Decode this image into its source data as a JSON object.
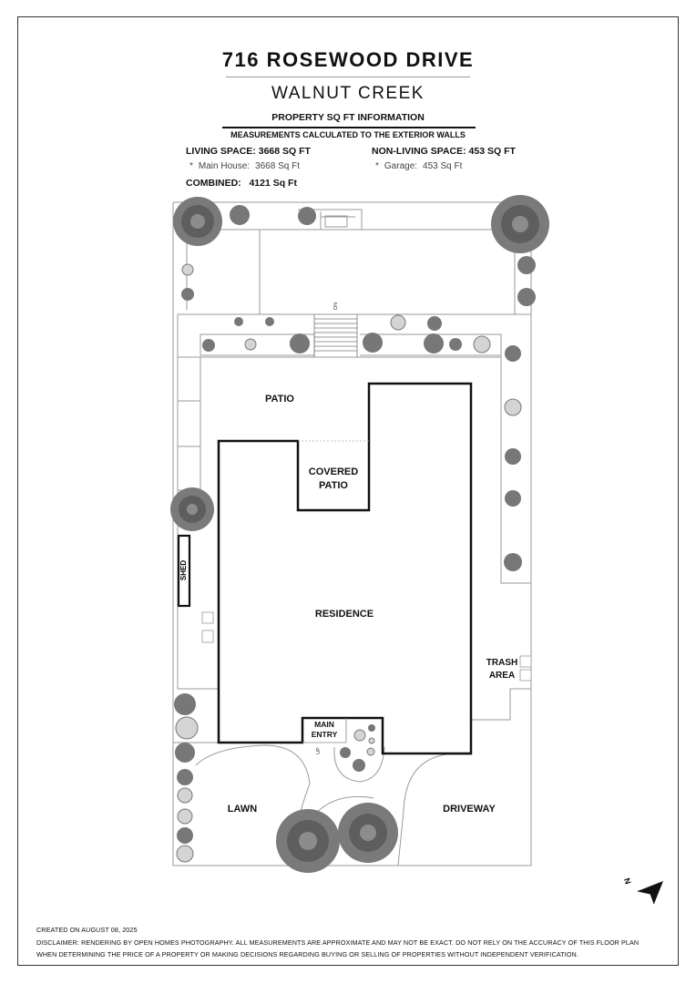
{
  "header": {
    "address": "716 ROSEWOOD DRIVE",
    "city": "WALNUT CREEK"
  },
  "sqft": {
    "heading": "PROPERTY SQ FT INFORMATION",
    "subheading": "MEASUREMENTS CALCULATED TO THE EXTERIOR WALLS",
    "living_label": "LIVING SPACE: 3668 SQ FT",
    "living_items": [
      {
        "name": "Main House:",
        "value": "3668 Sq Ft"
      }
    ],
    "nonliving_label": "NON-LIVING SPACE: 453 SQ FT",
    "nonliving_items": [
      {
        "name": "Garage:",
        "value": "453 Sq Ft"
      }
    ],
    "bullet": "*",
    "combined_label": "COMBINED:",
    "combined_value": "4121 Sq Ft"
  },
  "plan": {
    "rooms": {
      "patio": "PATIO",
      "covered_patio_1": "COVERED",
      "covered_patio_2": "PATIO",
      "residence": "RESIDENCE",
      "shed": "SHED",
      "main_entry_1": "MAIN",
      "main_entry_2": "ENTRY",
      "trash_1": "TRASH",
      "trash_2": "AREA",
      "lawn": "LAWN",
      "driveway": "DRIVEWAY"
    },
    "stair_labels": {
      "dn": "DN",
      "up": "UP"
    },
    "compass": "N",
    "compass_icon": "north-arrow-icon"
  },
  "footer": {
    "created": "CREATED ON AUGUST 08, 2025",
    "disclaimer_1": "DISCLAIMER: RENDERING BY OPEN HOMES PHOTOGRAPHY. ALL MEASUREMENTS ARE APPROXIMATE AND MAY NOT BE EXACT. DO NOT RELY ON THE ACCURACY OF THIS FLOOR PLAN",
    "disclaimer_2": "WHEN DETERMINING THE PRICE OF A PROPERTY OR MAKING DECISIONS REGARDING BUYING OR SELLING OF PROPERTIES WITHOUT INDEPENDENT VERIFICATION."
  },
  "colors": {
    "wall": "#111111",
    "outline": "#9a9a9a",
    "tree_dark": "#5a5a5a",
    "tree_light": "#9a9a9a"
  }
}
